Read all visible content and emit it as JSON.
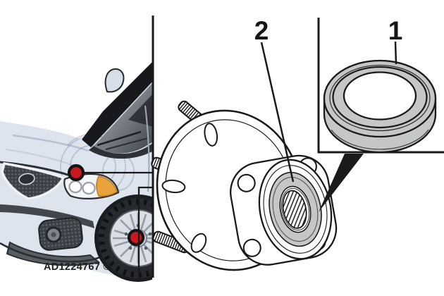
{
  "illustration": {
    "callout_1": {
      "label": "1"
    },
    "callout_2": {
      "label": "2"
    },
    "watermark": "AD1224767 ©",
    "colors": {
      "highlight_red": "#c8191f",
      "part_gray": "#c5c7c6",
      "car_body": "#dde4ee",
      "line_black": "#1a1a1a"
    }
  }
}
